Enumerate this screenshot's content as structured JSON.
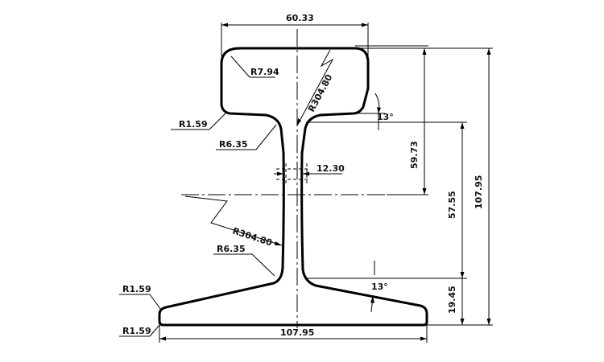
{
  "dimensions": {
    "head_width": "60.33",
    "base_width": "107.95",
    "height": "107.95",
    "web_thickness": "12.30",
    "dim_59_73": "59.73",
    "dim_57_55": "57.55",
    "dim_19_45": "19.45"
  },
  "radii": {
    "head_corner": "R7.94",
    "head_underside_fillet": "R1.59",
    "upper_web_fillet": "R6.35",
    "upper_web_radius": "R304.80",
    "lower_web_radius": "R304.80",
    "lower_web_fillet": "R6.35",
    "base_upper_corner": "R1.59",
    "base_lower_corner": "R1.59"
  },
  "angles": {
    "head_slope": "13°",
    "base_slope": "13°"
  }
}
